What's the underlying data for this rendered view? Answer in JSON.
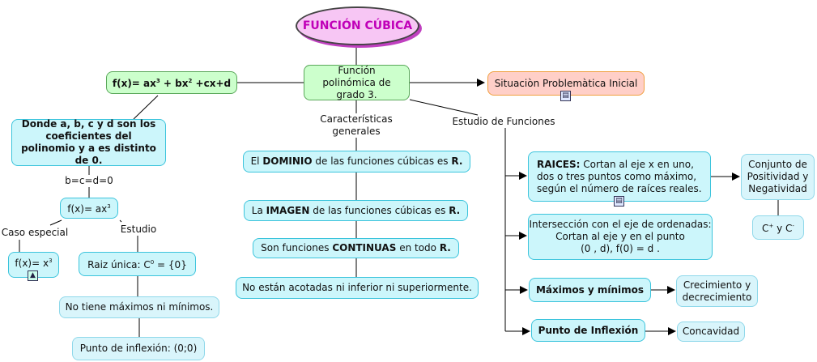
{
  "title": "FUNCIÓN CÚBICA",
  "root": "Función polinómica de grado 3.",
  "formula": {
    "base": "f(x)= ax",
    "e1": "3",
    "mid": " + bx",
    "e2": "2",
    "end": " +cx+d"
  },
  "situacion": "Situaciòn Problemàtica Inicial",
  "donde": "Donde a, b, c y d son los coeficientes del polinomio y a es distinto de 0.",
  "bcd_label": "b=c=d=0",
  "fax3": {
    "base": "f(x)= ax",
    "exp": "3"
  },
  "caso_label": "Caso especial",
  "estudio_label": "Estudio",
  "fx3": {
    "base": "f(x)= x",
    "exp": "3"
  },
  "raiz": {
    "text": "Raiz única:  C",
    "exp": "0",
    "set": " = {0}"
  },
  "no_max": "No tiene máximos ni mínimos.",
  "punto_inf": "Punto de inflexión: (0;0)",
  "caract_label": "Características generales",
  "dominio": {
    "a": "El ",
    "b": "DOMINIO",
    "c": " de las funciones cúbicas es ",
    "d": "R."
  },
  "imagen": {
    "a": "La ",
    "b": "IMAGEN",
    "c": " de las funciones cúbicas es ",
    "d": "R."
  },
  "continuas": {
    "a": "Son funciones ",
    "b": "CONTINUAS",
    "c": " en todo ",
    "d": "R."
  },
  "acotadas": "No están acotadas ni inferior ni superiormente.",
  "estudio_funciones_label": "Estudio de Funciones",
  "raices": {
    "b": "RAICES:",
    "text": " Cortan al eje x en uno, dos o tres puntos como máximo, según el número de raíces reales."
  },
  "interseccion": [
    "Intersección con el eje de ordenadas:",
    "Cortan al eje y en el punto",
    "(0 , d), f(0) = d ."
  ],
  "maximos": "Máximos y mínimos",
  "inflexion": "Punto de Inflexión",
  "conjunto": "Conjunto de Positividad y Negatividad",
  "cpcn": {
    "c1": "C",
    "s1": "+",
    "y": "  y  C",
    "s2": "-"
  },
  "crecimiento": "Crecimiento y decrecimiento",
  "concavidad": "Concavidad"
}
